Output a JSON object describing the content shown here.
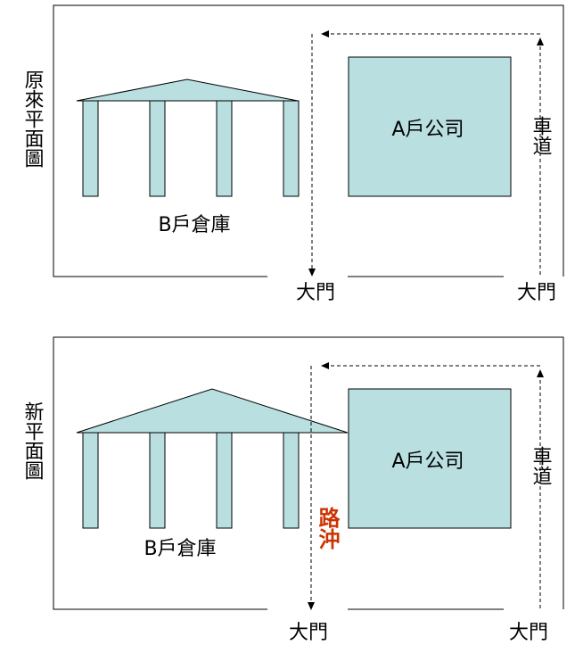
{
  "original": {
    "side_title": "原來平面圖",
    "company_label": "A戶公司",
    "warehouse_label": "B戶倉庫",
    "driveway_label": "車道",
    "gate_left": "大門",
    "gate_right": "大門"
  },
  "new": {
    "side_title": "新平面圖",
    "company_label": "A戶公司",
    "warehouse_label": "B戶倉庫",
    "driveway_label": "車道",
    "road_clash_label": "路沖",
    "gate_left": "大門",
    "gate_right": "大門"
  },
  "colors": {
    "fill": "#b9dfe0",
    "line": "#000000",
    "road_clash": "#cc3300"
  }
}
